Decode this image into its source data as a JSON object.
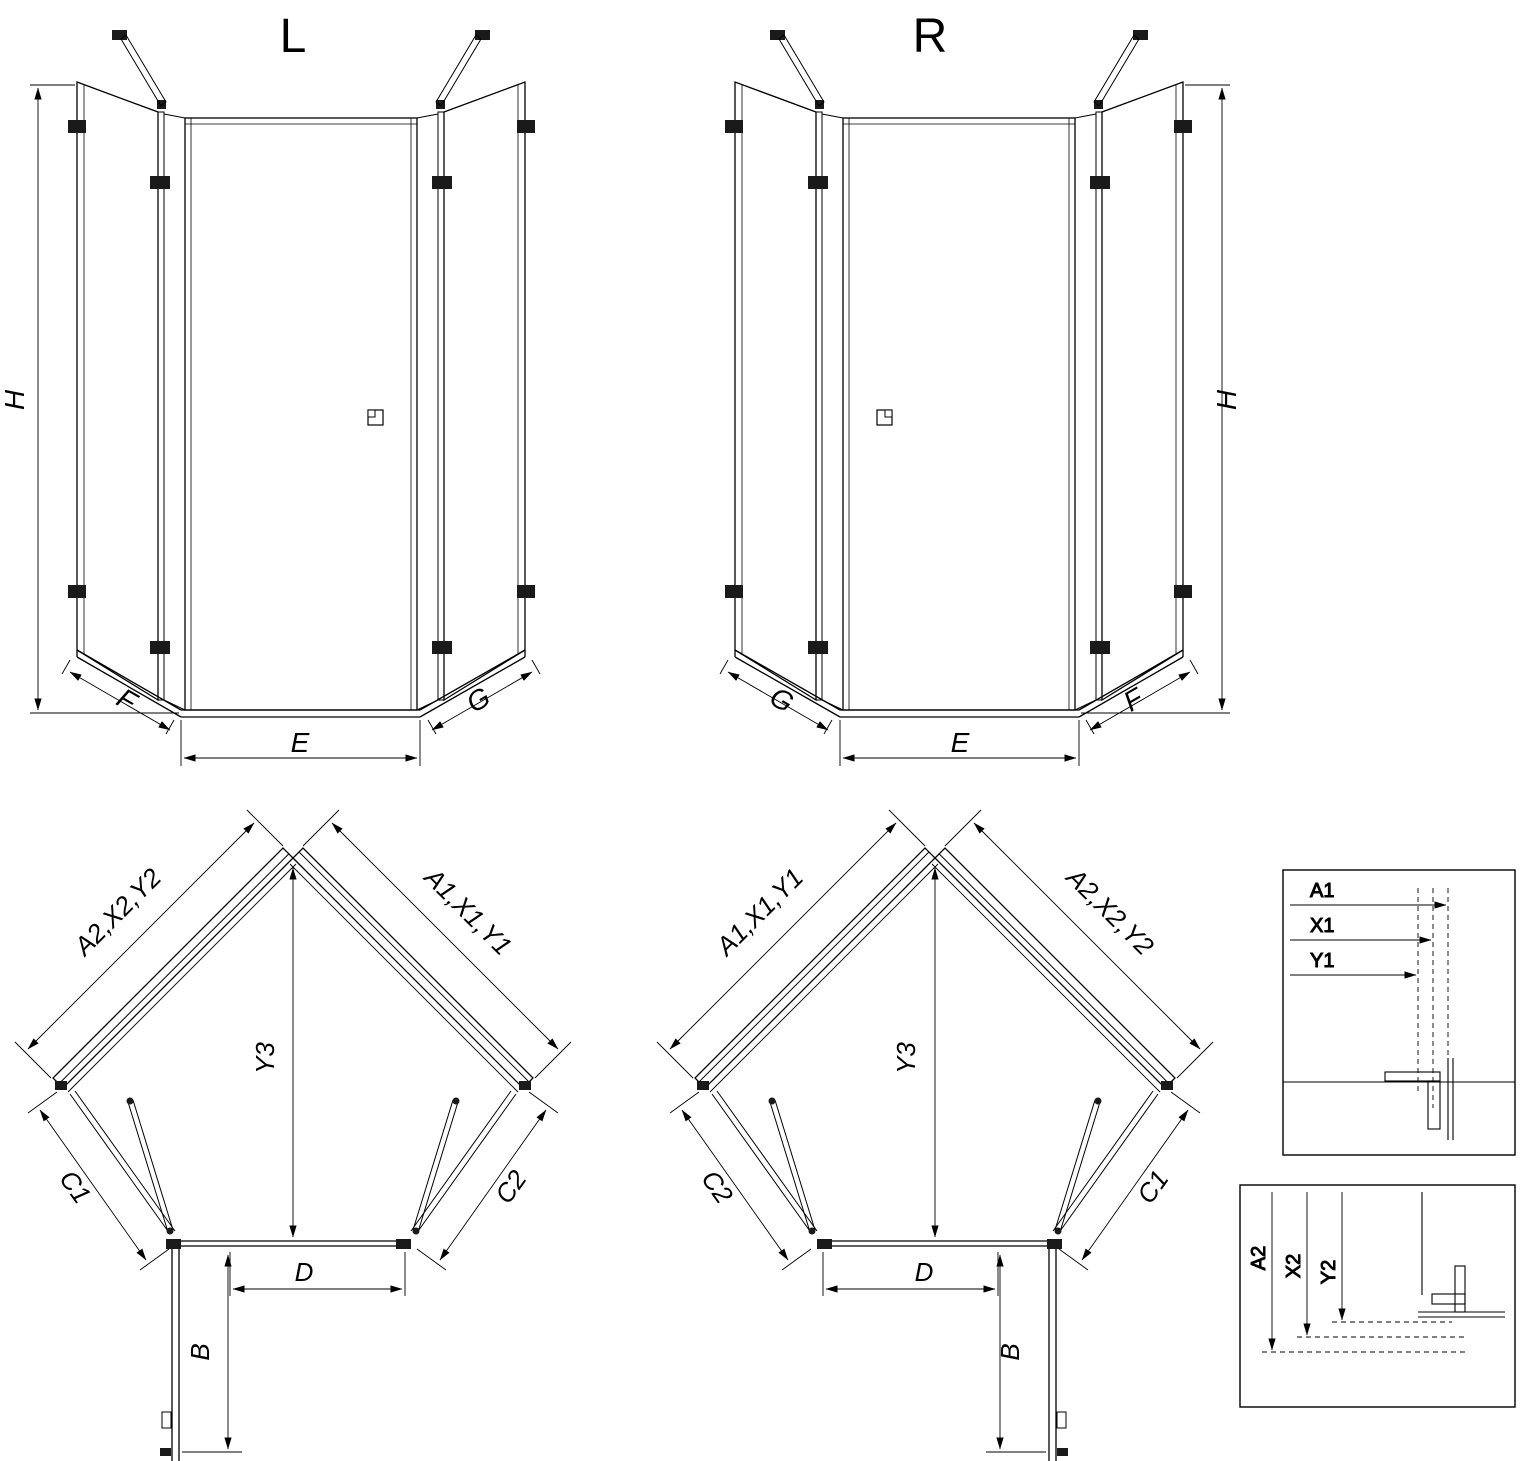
{
  "page": {
    "background": "#ffffff",
    "line_color": "#000000"
  },
  "front_left_view": {
    "title": "L",
    "labels": {
      "h": "H",
      "f": "F",
      "e": "E",
      "g": "G"
    }
  },
  "front_right_view": {
    "title": "R",
    "labels": {
      "h": "H",
      "g": "G",
      "e": "E",
      "f": "F"
    }
  },
  "plan_left_view": {
    "labels": {
      "wall_left": "A2,X2,Y2",
      "wall_right": "A1,X1,Y1",
      "y3": "Y3",
      "c_left": "C1",
      "c_right": "C2",
      "d": "D",
      "b": "B"
    }
  },
  "plan_right_view": {
    "labels": {
      "wall_left": "A1,X1,Y1",
      "wall_right": "A2,X2,Y2",
      "y3": "Y3",
      "c_left": "C2",
      "c_right": "C1",
      "d": "D",
      "b": "B"
    }
  },
  "detail_top": {
    "labels": {
      "a1": "A1",
      "x1": "X1",
      "y1": "Y1"
    }
  },
  "detail_bottom": {
    "labels": {
      "a2": "A2",
      "x2": "X2",
      "y2": "Y2"
    }
  }
}
